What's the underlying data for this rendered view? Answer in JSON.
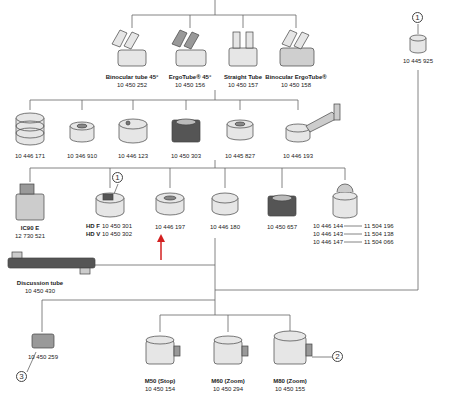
{
  "diagram": {
    "nodes": [
      {
        "text": [
          "1"
        ]
      },
      {
        "text": [
          "1"
        ]
      },
      {
        "text": [
          "2"
        ]
      },
      {
        "text": [
          "3"
        ]
      }
    ],
    "labels": [
      "Binocular tube 45°",
      "10 450 252",
      "ErgoTube® 45°",
      "10 450 156",
      "Straight Tube",
      "10 450 157",
      "Binocular ErgoTube®",
      "10 450 158",
      "10 445 925",
      "10 446 171",
      "10 346 910",
      "10 446 123",
      "10 450 303",
      "10 445 827",
      "10 446 193",
      "IC90 E",
      "12 730 521",
      "HD F",
      "10 450 301",
      "HD V",
      "10 450 302",
      "10 446 197",
      "10 446 180",
      "10 450 657",
      "10 446 144",
      "11 504 196",
      "10 446 143",
      "11 504 138",
      "10 446 147",
      "11 504 066",
      "Discussion tube",
      "10 450 430",
      "10 450 259",
      "M50 (Stop)",
      "10 450 154",
      "M60 (Zoom)",
      "10 450 294",
      "M80 (Zoom)",
      "10 450 155"
    ]
  }
}
